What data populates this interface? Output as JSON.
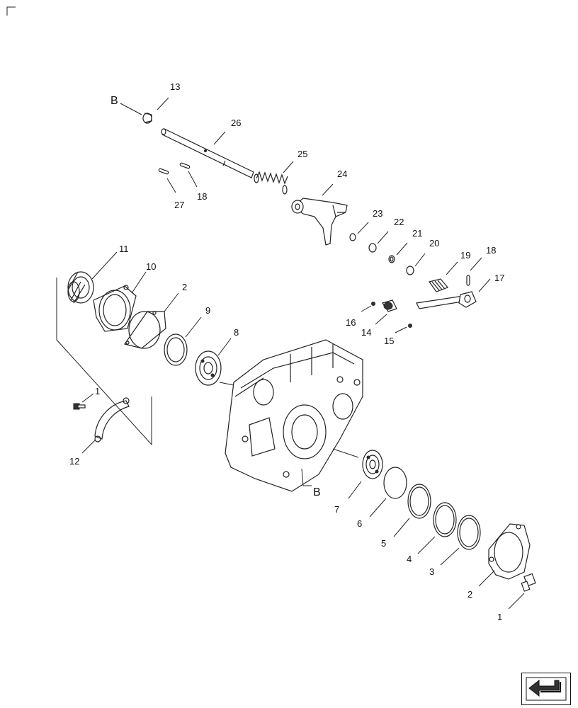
{
  "diagram": {
    "callouts": [
      {
        "id": "c13",
        "text": "13"
      },
      {
        "id": "cB1",
        "text": "B"
      },
      {
        "id": "c26",
        "text": "26"
      },
      {
        "id": "c25",
        "text": "25"
      },
      {
        "id": "c24",
        "text": "24"
      },
      {
        "id": "c27",
        "text": "27"
      },
      {
        "id": "c18a",
        "text": "18"
      },
      {
        "id": "c23",
        "text": "23"
      },
      {
        "id": "c22",
        "text": "22"
      },
      {
        "id": "c21",
        "text": "21"
      },
      {
        "id": "c20",
        "text": "20"
      },
      {
        "id": "c19",
        "text": "19"
      },
      {
        "id": "c18b",
        "text": "18"
      },
      {
        "id": "c17",
        "text": "17"
      },
      {
        "id": "c16",
        "text": "16"
      },
      {
        "id": "c14",
        "text": "14"
      },
      {
        "id": "c15",
        "text": "15"
      },
      {
        "id": "c11",
        "text": "11"
      },
      {
        "id": "c10",
        "text": "10"
      },
      {
        "id": "c2a",
        "text": "2"
      },
      {
        "id": "c9",
        "text": "9"
      },
      {
        "id": "c8",
        "text": "8"
      },
      {
        "id": "c1a",
        "text": "1"
      },
      {
        "id": "c12",
        "text": "12"
      },
      {
        "id": "cB2",
        "text": "B"
      },
      {
        "id": "c7",
        "text": "7"
      },
      {
        "id": "c6",
        "text": "6"
      },
      {
        "id": "c5",
        "text": "5"
      },
      {
        "id": "c4",
        "text": "4"
      },
      {
        "id": "c3",
        "text": "3"
      },
      {
        "id": "c2b",
        "text": "2"
      },
      {
        "id": "c1b",
        "text": "1"
      }
    ]
  },
  "nav": {
    "icon": "arrow-down-left-icon"
  }
}
